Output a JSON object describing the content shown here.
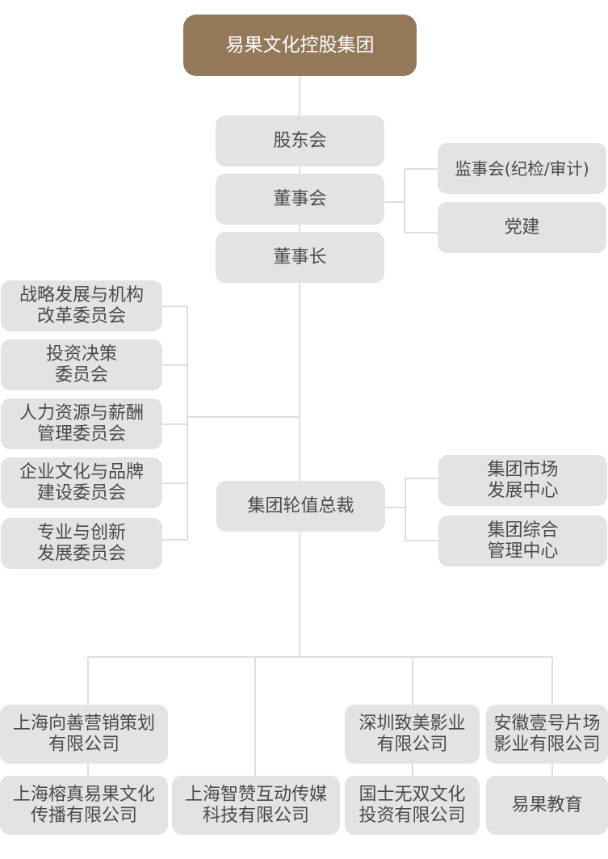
{
  "root": "易果文化控股集团",
  "governance": {
    "shareholders": "股东会",
    "board": "董事会",
    "chairman": "董事长"
  },
  "supervision": [
    {
      "line1": "监事会(纪检/审计)",
      "line2": ""
    },
    {
      "line1": "党建",
      "line2": ""
    }
  ],
  "committees": [
    {
      "line1": "战略发展与机构",
      "line2": "改革委员会"
    },
    {
      "line1": "投资决策",
      "line2": "委员会"
    },
    {
      "line1": "人力资源与薪酬",
      "line2": "管理委员会"
    },
    {
      "line1": "企业文化与品牌",
      "line2": "建设委员会"
    },
    {
      "line1": "专业与创新",
      "line2": "发展委员会"
    }
  ],
  "president": "集团轮值总裁",
  "centers": [
    {
      "line1": "集团市场",
      "line2": "发展中心"
    },
    {
      "line1": "集团综合",
      "line2": "管理中心"
    }
  ],
  "subsidiaries": [
    {
      "line1": "上海向善营销策划",
      "line2": "有限公司"
    },
    {
      "line1": "上海榕真易果文化",
      "line2": "传播有限公司"
    },
    {
      "line1": "上海智赞互动传媒",
      "line2": "科技有限公司"
    },
    {
      "line1": "深圳致美影业",
      "line2": "有限公司"
    },
    {
      "line1": "国士无双文化",
      "line2": "投资有限公司"
    },
    {
      "line1": "安徽壹号片场",
      "line2": "影业有限公司"
    },
    {
      "line1": "易果教育",
      "line2": ""
    }
  ],
  "colors": {
    "root_fill": "#94785a",
    "node_fill": "#e3e3e3",
    "connector": "#dedede",
    "text": "#4a4a4a"
  }
}
